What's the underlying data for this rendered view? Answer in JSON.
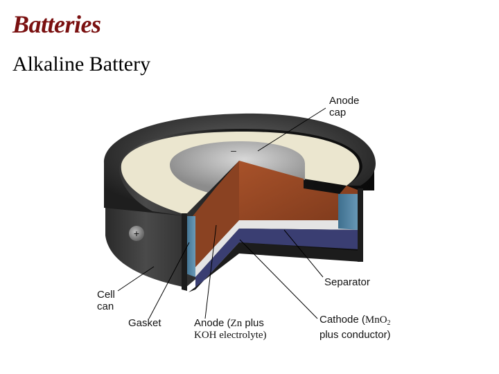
{
  "title": "Batteries",
  "subtitle": "Alkaline Battery",
  "diagram": {
    "minus_sign": "–",
    "plus_sign": "+",
    "labels": {
      "anode_cap": {
        "line1": "Anode",
        "line2": "cap"
      },
      "separator": "Separator",
      "cell_can": {
        "line1": "Cell",
        "line2": "can"
      },
      "gasket": "Gasket",
      "anode": {
        "line1_a": "Anode (",
        "line1_b": "Zn",
        "line1_c": " plus",
        "line2": "KOH electrolyte)"
      },
      "cathode": {
        "line1_a": "Cathode (",
        "line1_b": "MnO",
        "line1_sub": "2",
        "line2": "plus conductor)"
      }
    }
  }
}
